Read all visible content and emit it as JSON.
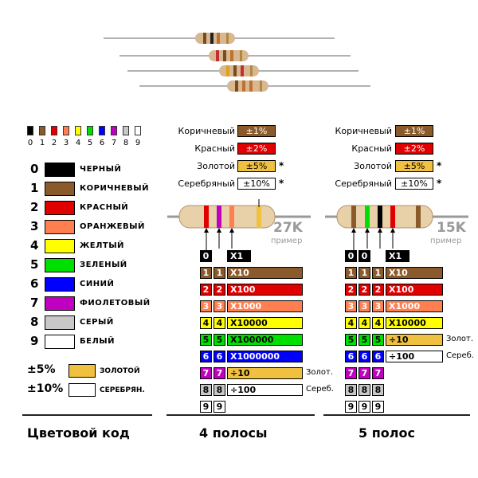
{
  "colors": {
    "black": "#000000",
    "brown": "#8b5a2b",
    "red": "#e00000",
    "orange": "#ff7f50",
    "yellow": "#ffff00",
    "green": "#00e000",
    "blue": "#0000ff",
    "violet": "#c000c0",
    "gray": "#c8c8c8",
    "white": "#ffffff",
    "gold": "#f0c040",
    "silver": "#ffffff"
  },
  "legend": {
    "digits": [
      "0",
      "1",
      "2",
      "3",
      "4",
      "5",
      "6",
      "7",
      "8",
      "9"
    ],
    "rows": [
      {
        "digit": "0",
        "name": "ЧЕРНЫЙ",
        "color": "#000000"
      },
      {
        "digit": "1",
        "name": "КОРИЧНЕВЫЙ",
        "color": "#8b5a2b"
      },
      {
        "digit": "2",
        "name": "КРАСНЫЙ",
        "color": "#e00000"
      },
      {
        "digit": "3",
        "name": "ОРАНЖЕВЫЙ",
        "color": "#ff7f50"
      },
      {
        "digit": "4",
        "name": "ЖЕЛТЫЙ",
        "color": "#ffff00"
      },
      {
        "digit": "5",
        "name": "ЗЕЛЕНЫЙ",
        "color": "#00e000"
      },
      {
        "digit": "6",
        "name": "СИНИЙ",
        "color": "#0000ff"
      },
      {
        "digit": "7",
        "name": "ФИОЛЕТОВЫЙ",
        "color": "#c000c0"
      },
      {
        "digit": "8",
        "name": "СЕРЫЙ",
        "color": "#c8c8c8"
      },
      {
        "digit": "9",
        "name": "БЕЛЫЙ",
        "color": "#ffffff"
      }
    ],
    "tolerance": [
      {
        "pct": "±5%",
        "name": "ЗОЛОТОЙ",
        "color": "#f0c040"
      },
      {
        "pct": "±10%",
        "name": "СЕРЕБРЯН.",
        "color": "#ffffff"
      }
    ]
  },
  "footer": {
    "left": "Цветовой код",
    "mid": "4 полосы",
    "right": "5 полос"
  },
  "tol_table": [
    {
      "label": "Коричневый",
      "value": "±1%",
      "color": "#8b5a2b",
      "star": ""
    },
    {
      "label": "Красный",
      "value": "±2%",
      "color": "#e00000",
      "star": ""
    },
    {
      "label": "Золотой",
      "value": "±5%",
      "color": "#f0c040",
      "star": "*"
    },
    {
      "label": "Серебряный",
      "value": "±10%",
      "color": "#ffffff",
      "star": "*"
    }
  ],
  "four_band": {
    "example": "27K",
    "example_label": "пример",
    "header": [
      "0",
      "X1"
    ],
    "rows": [
      {
        "d": [
          "1",
          "1"
        ],
        "m": "X10",
        "c": "#8b5a2b",
        "tc": "#ffffff"
      },
      {
        "d": [
          "2",
          "2"
        ],
        "m": "X100",
        "c": "#e00000",
        "tc": "#ffffff"
      },
      {
        "d": [
          "3",
          "3"
        ],
        "m": "X1000",
        "c": "#ff7f50",
        "tc": "#ffffff"
      },
      {
        "d": [
          "4",
          "4"
        ],
        "m": "X10000",
        "c": "#ffff00",
        "tc": "#000000"
      },
      {
        "d": [
          "5",
          "5"
        ],
        "m": "X100000",
        "c": "#00e000",
        "tc": "#000000"
      },
      {
        "d": [
          "6",
          "6"
        ],
        "m": "X1000000",
        "c": "#0000ff",
        "tc": "#ffffff"
      },
      {
        "d": [
          "7",
          "7"
        ],
        "m": "÷10",
        "c": "#c000c0",
        "tc": "#ffffff",
        "mc": "#f0c040",
        "mtc": "#000000",
        "side": "Золот."
      },
      {
        "d": [
          "8",
          "8"
        ],
        "m": "÷100",
        "c": "#c8c8c8",
        "tc": "#000000",
        "mc": "#ffffff",
        "mtc": "#000000",
        "side": "Сереб."
      },
      {
        "d": [
          "9",
          "9"
        ],
        "m": "",
        "c": "#ffffff",
        "tc": "#000000"
      }
    ]
  },
  "five_band": {
    "example": "15K",
    "example_label": "пример",
    "header": [
      "0",
      "0",
      "X1"
    ],
    "rows": [
      {
        "d": [
          "1",
          "1",
          "1"
        ],
        "m": "X10",
        "c": "#8b5a2b",
        "tc": "#ffffff"
      },
      {
        "d": [
          "2",
          "2",
          "2"
        ],
        "m": "X100",
        "c": "#e00000",
        "tc": "#ffffff"
      },
      {
        "d": [
          "3",
          "3",
          "3"
        ],
        "m": "X1000",
        "c": "#ff7f50",
        "tc": "#ffffff"
      },
      {
        "d": [
          "4",
          "4",
          "4"
        ],
        "m": "X10000",
        "c": "#ffff00",
        "tc": "#000000"
      },
      {
        "d": [
          "5",
          "5",
          "5"
        ],
        "m": "÷10",
        "c": "#00e000",
        "tc": "#000000",
        "mc": "#f0c040",
        "mtc": "#000000",
        "side": "Золот."
      },
      {
        "d": [
          "6",
          "6",
          "6"
        ],
        "m": "÷100",
        "c": "#0000ff",
        "tc": "#ffffff",
        "mc": "#ffffff",
        "mtc": "#000000",
        "side": "Сереб."
      },
      {
        "d": [
          "7",
          "7",
          "7"
        ],
        "m": "",
        "c": "#c000c0",
        "tc": "#ffffff"
      },
      {
        "d": [
          "8",
          "8",
          "8"
        ],
        "m": "",
        "c": "#c8c8c8",
        "tc": "#000000"
      },
      {
        "d": [
          "9",
          "9",
          "9"
        ],
        "m": "",
        "c": "#ffffff",
        "tc": "#000000"
      }
    ]
  }
}
